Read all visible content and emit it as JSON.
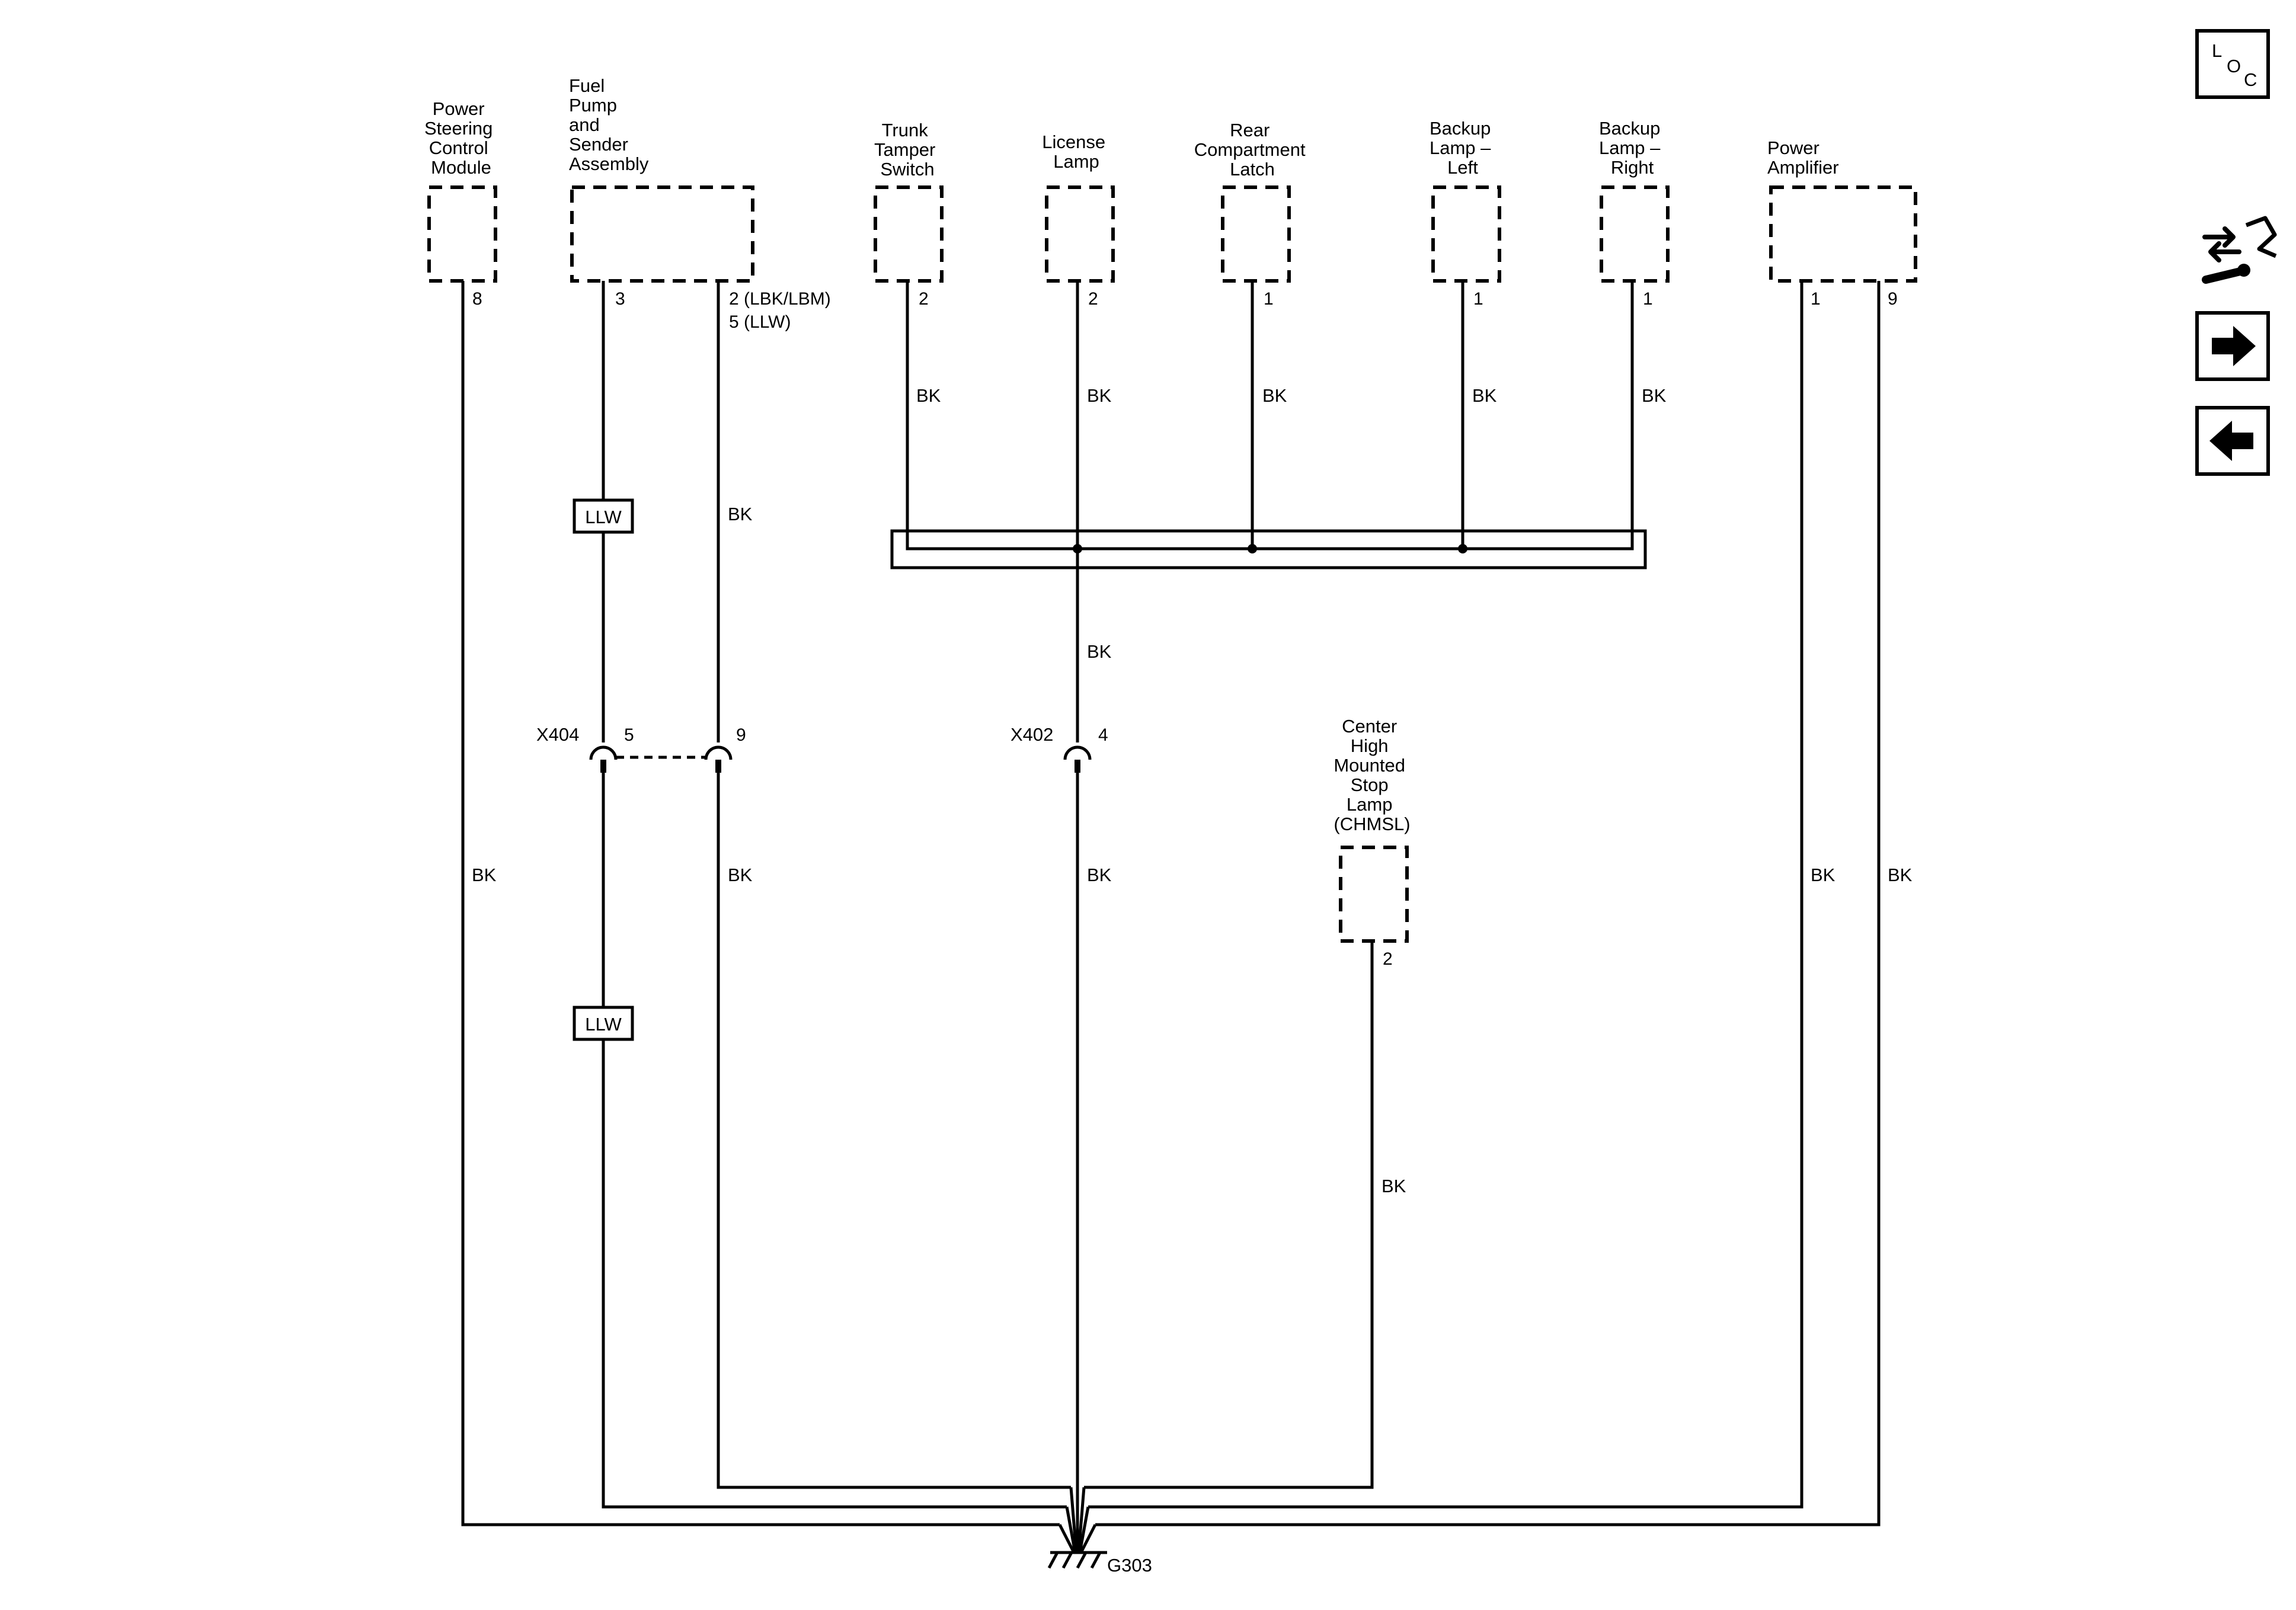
{
  "components": [
    {
      "id": "pscm",
      "name": [
        "Power",
        "Steering",
        "Control",
        "Module"
      ],
      "pins": [
        "8"
      ]
    },
    {
      "id": "fuel-pump",
      "name": [
        "Fuel",
        "Pump",
        "and",
        "Sender",
        "Assembly"
      ],
      "pins": [
        "3",
        "2 (LBK/LBM)",
        "5 (LLW)"
      ]
    },
    {
      "id": "trunk-tamper",
      "name": [
        "Trunk",
        "Tamper",
        "Switch"
      ],
      "pins": [
        "2"
      ]
    },
    {
      "id": "license-lamp",
      "name": [
        "License",
        "Lamp"
      ],
      "pins": [
        "2"
      ]
    },
    {
      "id": "rear-latch",
      "name": [
        "Rear",
        "Compartment",
        "Latch"
      ],
      "pins": [
        "1"
      ]
    },
    {
      "id": "backup-left",
      "name": [
        "Backup",
        "Lamp –",
        "Left"
      ],
      "pins": [
        "1"
      ]
    },
    {
      "id": "backup-right",
      "name": [
        "Backup",
        "Lamp –",
        "Right"
      ],
      "pins": [
        "1"
      ]
    },
    {
      "id": "power-amp",
      "name": [
        "Power",
        "Amplifier"
      ],
      "pins": [
        "1",
        "9"
      ]
    },
    {
      "id": "chmsl",
      "name": [
        "Center",
        "High",
        "Mounted",
        "Stop",
        "Lamp",
        "(CHMSL)"
      ],
      "pins": [
        "2"
      ]
    }
  ],
  "wire_color": "BK",
  "option_tag": "LLW",
  "connectors": [
    {
      "id": "X404",
      "pins": [
        "5",
        "9"
      ]
    },
    {
      "id": "X402",
      "pins": [
        "4"
      ]
    }
  ],
  "ground": "G303",
  "nav": {
    "loc": [
      "L",
      "O",
      "C"
    ],
    "icons": [
      "service-tool-icon",
      "arrow-right-icon",
      "arrow-left-icon"
    ]
  }
}
